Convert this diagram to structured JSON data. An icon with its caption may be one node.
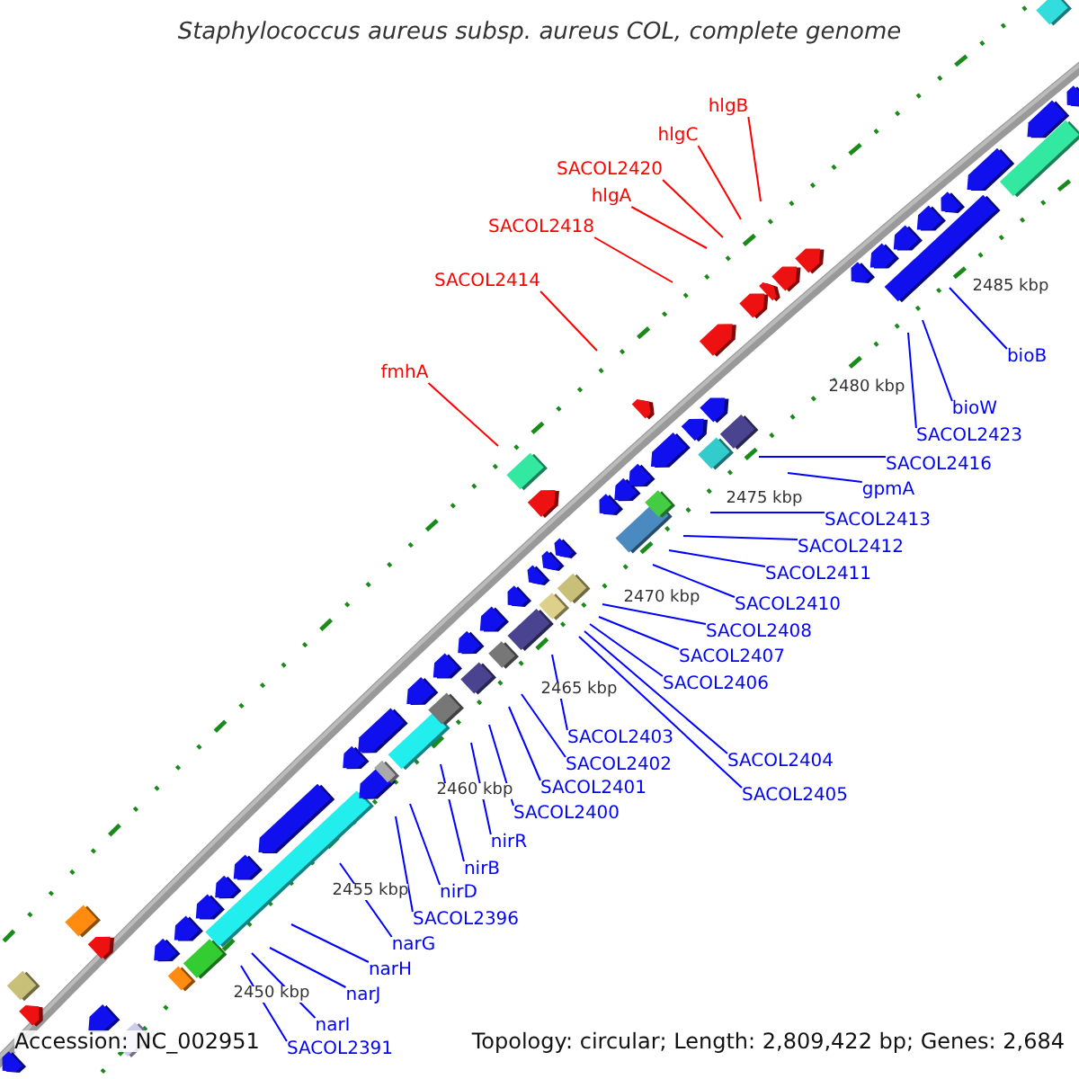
{
  "diagram": {
    "title": "Staphylococcus aureus subsp. aureus COL, complete genome",
    "nodes": [
      {
        "text": [
          "hlgB"
        ]
      },
      {
        "text": [
          "hlgC"
        ]
      },
      {
        "text": [
          "SACOL2420"
        ]
      },
      {
        "text": [
          "hlgA"
        ]
      },
      {
        "text": [
          "SACOL2418"
        ]
      },
      {
        "text": [
          "SACOL2414"
        ]
      },
      {
        "text": [
          "fmhA"
        ]
      },
      {
        "text": [
          "bioB"
        ]
      },
      {
        "text": [
          "bioW"
        ]
      },
      {
        "text": [
          "SACOL2423"
        ]
      },
      {
        "text": [
          "SACOL2416"
        ]
      },
      {
        "text": [
          "gpmA"
        ]
      },
      {
        "text": [
          "SACOL2413"
        ]
      },
      {
        "text": [
          "SACOL2412"
        ]
      },
      {
        "text": [
          "SACOL2411"
        ]
      },
      {
        "text": [
          "SACOL2410"
        ]
      },
      {
        "text": [
          "SACOL2408"
        ]
      },
      {
        "text": [
          "SACOL2407"
        ]
      },
      {
        "text": [
          "SACOL2406"
        ]
      },
      {
        "text": [
          "SACOL2403"
        ]
      },
      {
        "text": [
          "SACOL2404"
        ]
      },
      {
        "text": [
          "SACOL2405"
        ]
      },
      {
        "text": [
          "SACOL2402"
        ]
      },
      {
        "text": [
          "SACOL2401"
        ]
      },
      {
        "text": [
          "SACOL2400"
        ]
      },
      {
        "text": [
          "nirR"
        ]
      },
      {
        "text": [
          "nirB"
        ]
      },
      {
        "text": [
          "nirD"
        ]
      },
      {
        "text": [
          "SACOL2396"
        ]
      },
      {
        "text": [
          "narG"
        ]
      },
      {
        "text": [
          "narH"
        ]
      },
      {
        "text": [
          "narJ"
        ]
      },
      {
        "text": [
          "narI"
        ]
      },
      {
        "text": [
          "SACOL2391"
        ]
      }
    ],
    "edges": [
      {
        "from": 0,
        "to": null,
        "arrow": "none",
        "color": "#ff0000"
      },
      {
        "from": 1,
        "to": null,
        "arrow": "none",
        "color": "#ff0000"
      },
      {
        "from": 2,
        "to": null,
        "arrow": "none",
        "color": "#ff0000"
      },
      {
        "from": 3,
        "to": null,
        "arrow": "none",
        "color": "#ff0000"
      },
      {
        "from": 4,
        "to": null,
        "arrow": "none",
        "color": "#ff0000"
      },
      {
        "from": 5,
        "to": null,
        "arrow": "none",
        "color": "#ff0000"
      },
      {
        "from": 6,
        "to": null,
        "arrow": "none",
        "color": "#ff0000"
      },
      {
        "from": 7,
        "to": null,
        "arrow": "none"
      },
      {
        "from": 8,
        "to": null,
        "arrow": "none"
      },
      {
        "from": 9,
        "to": null,
        "arrow": "none"
      },
      {
        "from": 10,
        "to": null,
        "arrow": "none"
      },
      {
        "from": 11,
        "to": null,
        "arrow": "none"
      },
      {
        "from": 12,
        "to": null,
        "arrow": "none"
      },
      {
        "from": 13,
        "to": null,
        "arrow": "none"
      },
      {
        "from": 14,
        "to": null,
        "arrow": "none"
      },
      {
        "from": 15,
        "to": null,
        "arrow": "none"
      },
      {
        "from": 16,
        "to": null,
        "arrow": "none"
      },
      {
        "from": 17,
        "to": null,
        "arrow": "none"
      },
      {
        "from": 18,
        "to": null,
        "arrow": "none"
      },
      {
        "from": 19,
        "to": null,
        "arrow": "none"
      },
      {
        "from": 20,
        "to": null,
        "arrow": "none"
      },
      {
        "from": 21,
        "to": null,
        "arrow": "none"
      },
      {
        "from": 22,
        "to": null,
        "arrow": "none"
      },
      {
        "from": 23,
        "to": null,
        "arrow": "none"
      },
      {
        "from": 24,
        "to": null,
        "arrow": "none"
      },
      {
        "from": 25,
        "to": null,
        "arrow": "none"
      },
      {
        "from": 26,
        "to": null,
        "arrow": "none"
      },
      {
        "from": 27,
        "to": null,
        "arrow": "none"
      },
      {
        "from": 28,
        "to": null,
        "arrow": "none"
      },
      {
        "from": 29,
        "to": null,
        "arrow": "none"
      },
      {
        "from": 30,
        "to": null,
        "arrow": "none"
      },
      {
        "from": 31,
        "to": null,
        "arrow": "none"
      },
      {
        "from": 32,
        "to": null,
        "arrow": "none"
      },
      {
        "from": 33,
        "to": null,
        "arrow": "none"
      }
    ],
    "labels": [
      "2485 kbp",
      "2480 kbp",
      "2475 kbp",
      "2470 kbp",
      "2465 kbp",
      "2460 kbp",
      "2455 kbp",
      "2450 kbp",
      "Accession: NC_002951",
      "Topology: circular; Length: 2,809,422 bp; Genes: 2,684"
    ]
  }
}
